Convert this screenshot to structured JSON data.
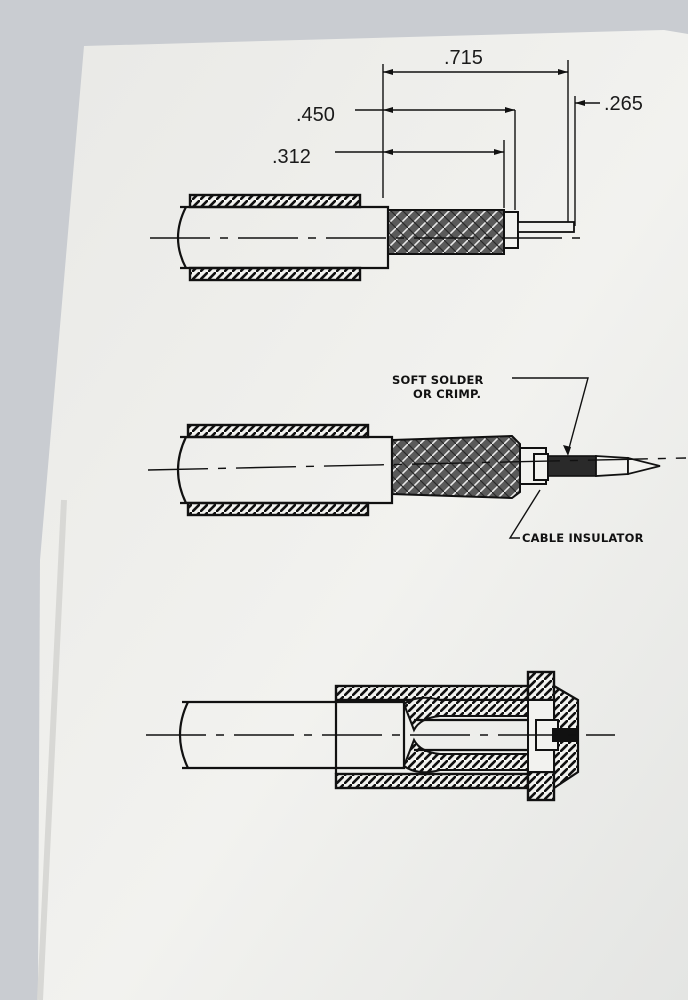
{
  "figure": {
    "dimensions": {
      "overall": ".715",
      "stripped_length": ".450",
      "braid_length": ".312",
      "pin_length": ".265"
    },
    "callouts": {
      "solder_note_line1": "SOFT SOLDER",
      "solder_note_line2": "OR CRIMP.",
      "insulator_label": "CABLE INSULATOR"
    }
  }
}
